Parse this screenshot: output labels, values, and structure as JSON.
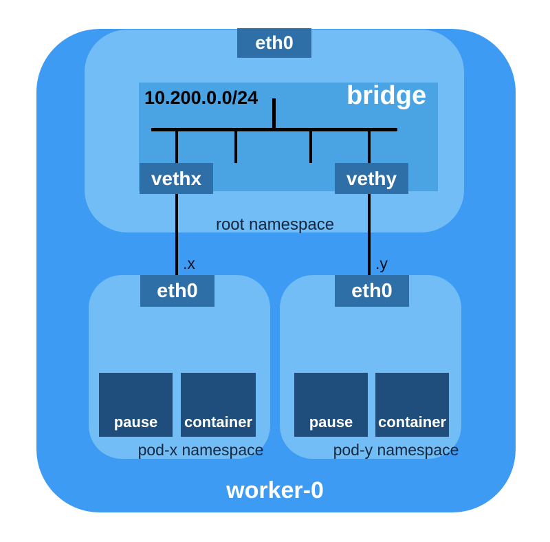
{
  "colors": {
    "worker_bg": "#3E9BF3",
    "namespace_bg": "#72BDF6",
    "bridge_bg": "#4AA3E3",
    "port_bg": "#2E6FA7",
    "container_bg": "#1F4E7C",
    "line": "#000000",
    "text_dark": "#14273F",
    "text_light": "#FFFFFF"
  },
  "worker": {
    "label": "worker-0"
  },
  "root_namespace": {
    "label": "root namespace",
    "eth0": "eth0",
    "bridge": {
      "label": "bridge",
      "cidr": "10.200.0.0/24"
    },
    "vethx": "vethx",
    "vethy": "vethy"
  },
  "links": {
    "x": ".x",
    "y": ".y"
  },
  "pods": [
    {
      "label": "pod-x namespace",
      "eth0": "eth0",
      "containers": [
        "pause",
        "container"
      ]
    },
    {
      "label": "pod-y namespace",
      "eth0": "eth0",
      "containers": [
        "pause",
        "container"
      ]
    }
  ]
}
